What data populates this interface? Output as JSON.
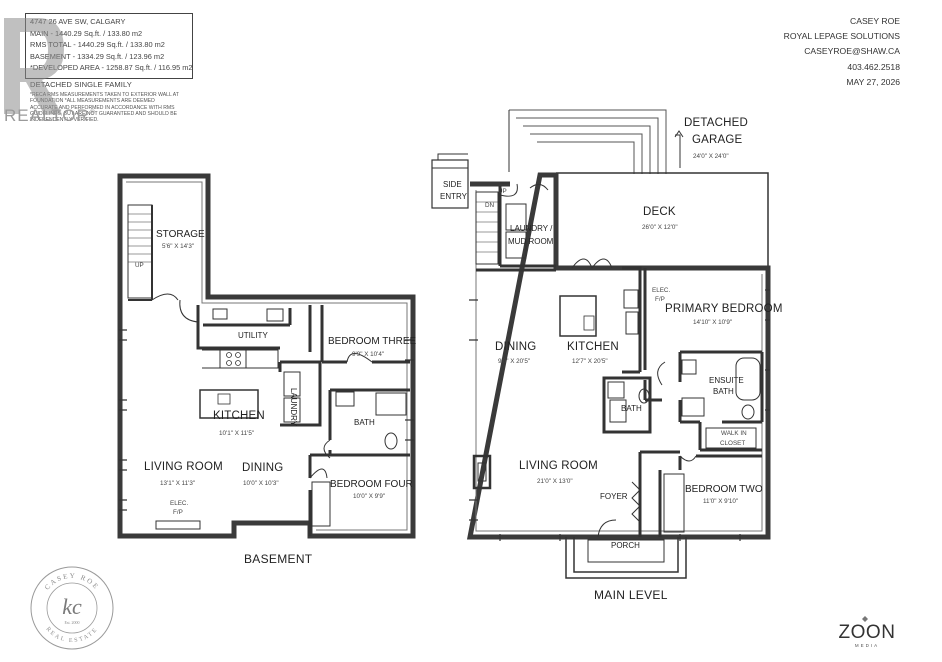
{
  "header": {
    "address": "4747 26 AVE SW, CALGARY",
    "main_area": "MAIN - 1440.29 Sq.ft. / 133.80 m2",
    "rms_total": "RMS TOTAL - 1440.29 Sq.ft. / 133.80 m2",
    "basement_area": "BASEMENT - 1334.29 Sq.ft. / 123.96 m2",
    "developed_area": "*DEVELOPED AREA - 1258.87 Sq.ft. / 116.95 m2",
    "property_type": "DETACHED SINGLE FAMILY",
    "disclaimer": "*RECA RMS MEASUREMENTS TAKEN TO EXTERIOR WALL AT FOUNDATION *ALL MEASUREMENTS ARE DEEMED ACCURATE AND PERFORMED IN ACCORDANCE WITH RMS GUIDELINES, BUT ARE NOT GUARANTEED AND SHOULD BE INDEPENDENTLY VERIFIED."
  },
  "watermark": {
    "text": "REALTOR"
  },
  "agent": {
    "name": "CASEY ROE",
    "brokerage": "ROYAL LEPAGE SOLUTIONS",
    "email": "CASEYROE@SHAW.CA",
    "phone": "403.462.2518",
    "date": "MAY 27, 2026"
  },
  "basement": {
    "title": "BASEMENT",
    "rooms": {
      "storage": {
        "name": "STORAGE",
        "dim": "5'6\" X 14'3\""
      },
      "up": {
        "name": "UP"
      },
      "utility": {
        "name": "UTILITY"
      },
      "bedroom_three": {
        "name": "BEDROOM THREE",
        "dim": "9'9\" X 10'4\""
      },
      "laundry": {
        "name": "LAUNDRY"
      },
      "kitchen": {
        "name": "KITCHEN",
        "dim": "10'1\" X 11'5\""
      },
      "bath": {
        "name": "BATH"
      },
      "living_room": {
        "name": "LIVING ROOM",
        "dim": "13'1\" X 11'3\""
      },
      "dining": {
        "name": "DINING",
        "dim": "10'0\" X 10'3\""
      },
      "bedroom_four": {
        "name": "BEDROOM FOUR",
        "dim": "10'0\" X 9'9\""
      },
      "elec_fp": {
        "line1": "ELEC.",
        "line2": "F/P"
      }
    }
  },
  "main_level": {
    "title": "MAIN LEVEL",
    "rooms": {
      "detached_garage": {
        "line1": "DETACHED",
        "line2": "GARAGE",
        "dim": "24'0\" X 24'0\""
      },
      "side_entry": {
        "line1": "SIDE",
        "line2": "ENTRY"
      },
      "up": {
        "name": "UP"
      },
      "dn": {
        "name": "DN"
      },
      "laundry_mud": {
        "line1": "LAUNDRY /",
        "line2": "MUD ROOM"
      },
      "deck": {
        "name": "DECK",
        "dim": "26'0\" X 12'0\""
      },
      "dining": {
        "name": "DINING",
        "dim": "9'0\" X 20'5\""
      },
      "kitchen": {
        "name": "KITCHEN",
        "dim": "12'7\" X 20'5\""
      },
      "elec_fp": {
        "line1": "ELEC.",
        "line2": "F/P"
      },
      "primary_bedroom": {
        "name": "PRIMARY BEDROOM",
        "dim": "14'10\" X 10'9\""
      },
      "ensuite_bath": {
        "line1": "ENSUITE",
        "line2": "BATH"
      },
      "bath": {
        "name": "BATH"
      },
      "walk_in_closet": {
        "line1": "WALK IN",
        "line2": "CLOSET"
      },
      "living_room": {
        "name": "LIVING ROOM",
        "dim": "21'0\" X 13'0\""
      },
      "foyer": {
        "name": "FOYER"
      },
      "bedroom_two": {
        "name": "BEDROOM TWO",
        "dim": "11'0\" X 9'10\""
      },
      "porch": {
        "name": "PORCH"
      }
    }
  },
  "logos": {
    "casey_roe": {
      "arc_top": "CASEY ROE",
      "monogram": "kc",
      "est": "Est. 2000",
      "arc_bottom": "REAL ESTATE"
    },
    "zoon": {
      "name": "ZOON",
      "sub": "MEDIA"
    }
  }
}
